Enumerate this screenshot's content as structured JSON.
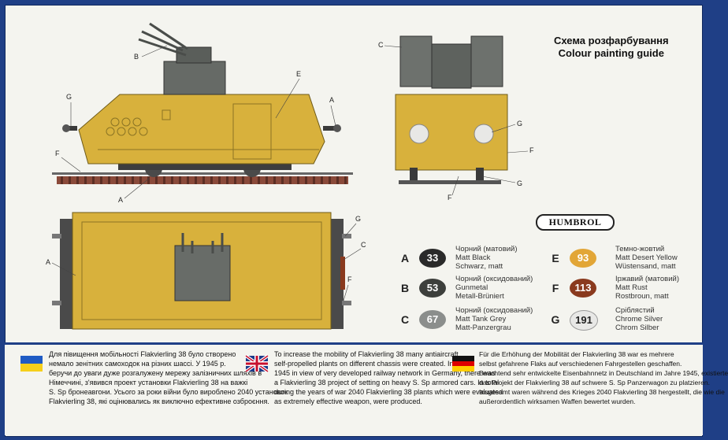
{
  "guide": {
    "title_ua": "Схема розфарбування",
    "title_en": "Colour painting guide",
    "brand": "HUMBROL"
  },
  "callouts": [
    "A",
    "B",
    "C",
    "E",
    "F",
    "G"
  ],
  "palette": [
    {
      "letter": "A",
      "code": "33",
      "color": "#2a2a2a",
      "text_color": "#ffffff",
      "lines": [
        "Чорний (матовий)",
        "Matt Black",
        "Schwarz, matt"
      ]
    },
    {
      "letter": "B",
      "code": "53",
      "color": "#3d3f3c",
      "text_color": "#ffffff",
      "lines": [
        "Чорний (оксидований)",
        "Gunmetal",
        "Metall-Brüniert"
      ]
    },
    {
      "letter": "C",
      "code": "67",
      "color": "#8b8e8c",
      "text_color": "#ffffff",
      "lines": [
        "Чорний (оксидований)",
        "Matt Tank Grey",
        "Matt-Panzergrau"
      ]
    },
    {
      "letter": "E",
      "code": "93",
      "color": "#e2a637",
      "text_color": "#ffffff",
      "lines": [
        "Темно-жовтий",
        "Matt Desert Yellow",
        "Wüstensand, matt"
      ]
    },
    {
      "letter": "F",
      "code": "113",
      "color": "#8a3a1e",
      "text_color": "#ffffff",
      "lines": [
        "Іржавий (матовий)",
        "Matt Rust",
        "Rostbroun, matt"
      ]
    },
    {
      "letter": "G",
      "code": "191",
      "color": "#e8e8e6",
      "text_color": "#222222",
      "lines": [
        "Сріблястий",
        "Chrome Silver",
        "Chrom Silber"
      ]
    }
  ],
  "texts": {
    "ua": [
      "Для півищення мобільності Flakvierling 38 було створено",
      "немало зенітних самоходок на різних шассі.  У 1945 р.",
      "беручи до уваги дуже розгалужену мережу залізничних шляхів  в",
      "Німеччині, з'явився проект установки Flakvierling 38 на важкі",
      "S. Sp бронеавгони. Усього за роки війни було вироблено 2040 установок",
      "Flakvierling 38, які оцінювались як виключно ефективне озброєння."
    ],
    "en": [
      "To increase the mobility of Flakvierling 38 many antiaircraft",
      "self-propelled plants on different chassis were created. In",
      "1945 in view of very developed railway network in Germany, there was",
      "a Flakvierling 38 project of setting on heavy S. Sp armored cars. In total",
      "during the years of war 2040 Flakvierling 38 plants which were evaluated",
      "as extremely effective weapon, were produced."
    ],
    "de": [
      "Für die Erhöhung der Mobilität  der Flakvierling 38 war es mehrere",
      "selbst gefahrene Flaks  auf verschiedenen Fahrgestellen geschaffen.",
      "Beachtend sehr entwickelte Eisenbahnnetz in Deutschland im Jahre 1945, existierte",
      "das Projekt der Flakvierling 38 auf schwere S. Sp Panzerwagon zu platzieren.",
      "Insgesamt waren während des Krieges 2040 Flakvierling 38 hergestellt, die wie die",
      "außerordentlich wirksamen Waffen bewertet wurden."
    ]
  }
}
